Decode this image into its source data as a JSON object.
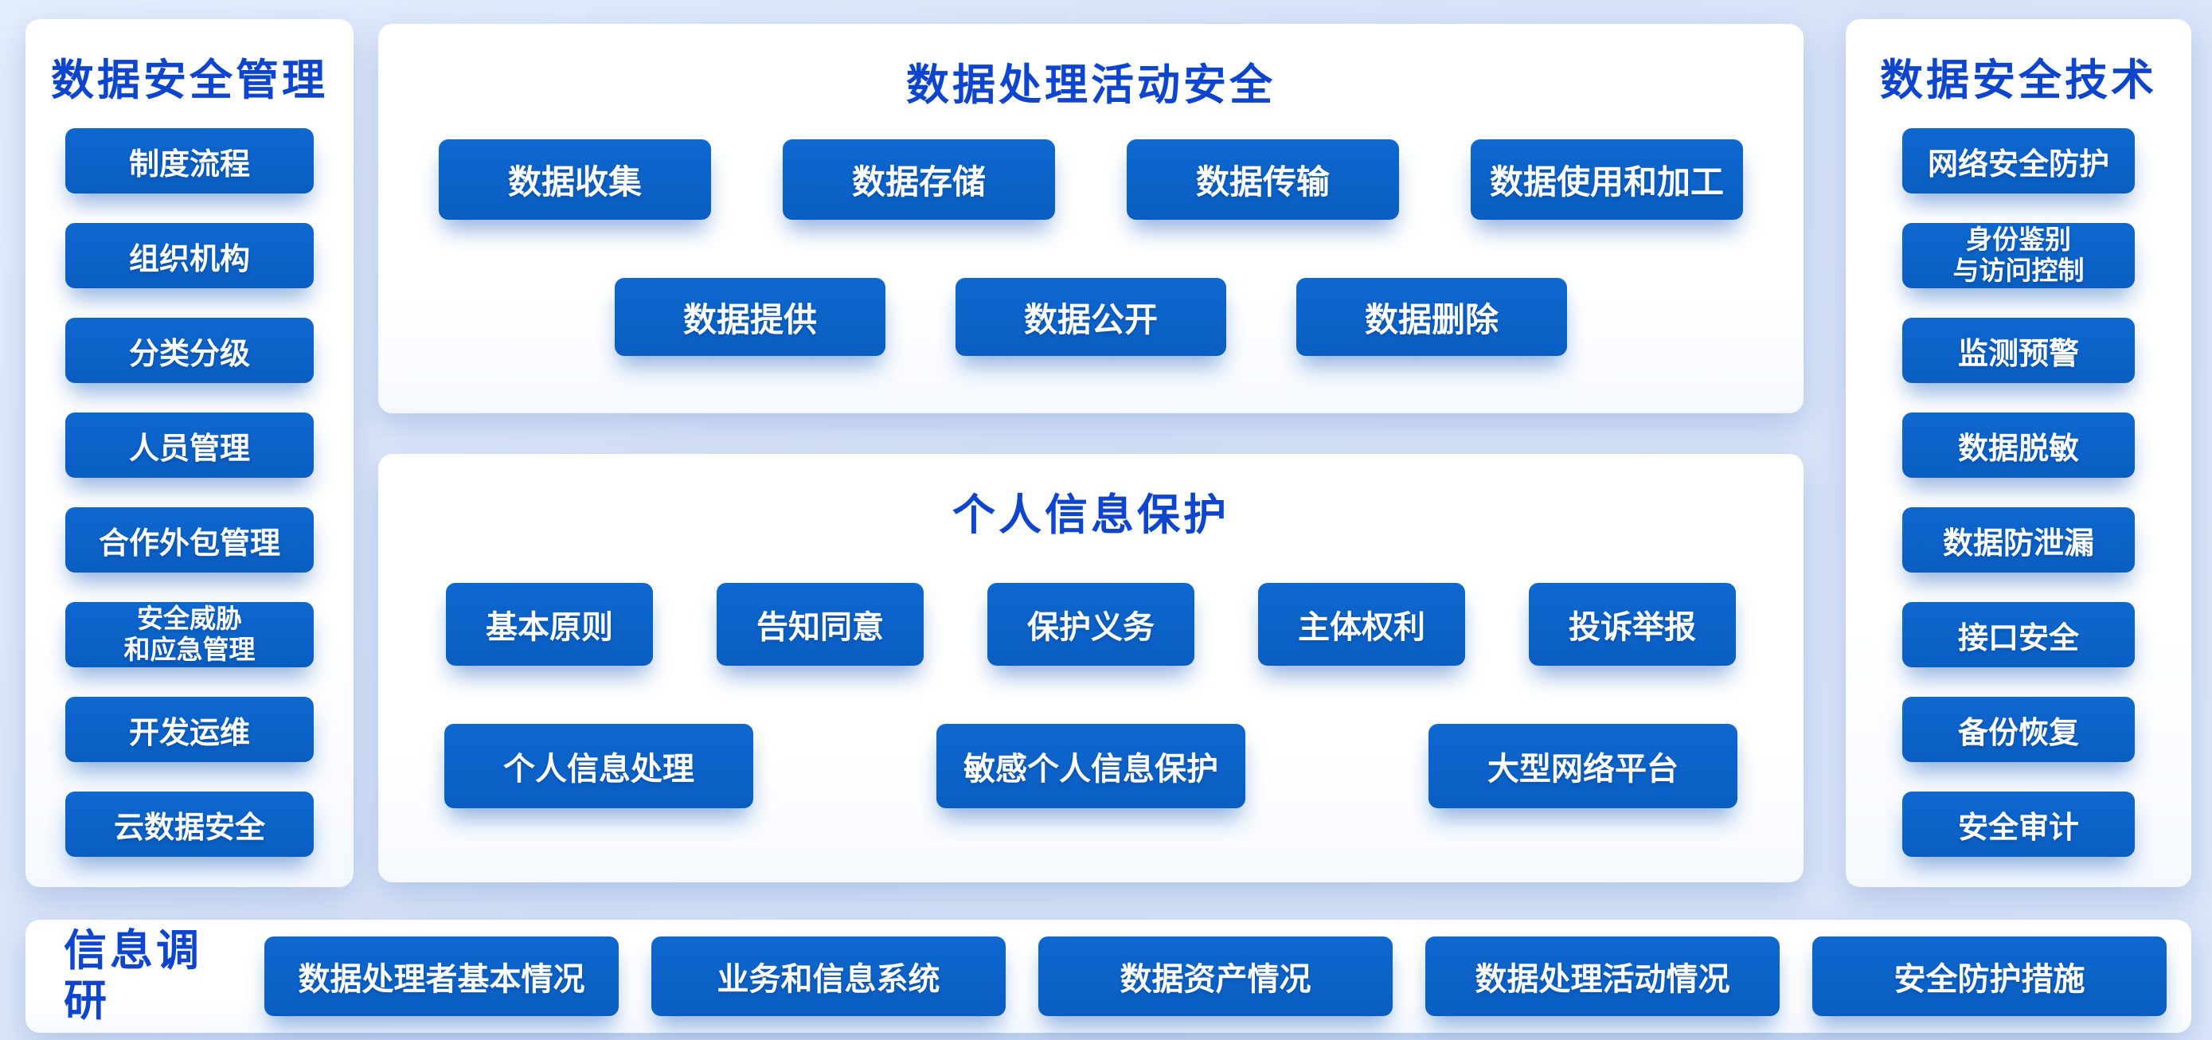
{
  "colors": {
    "page_background": "#d9e4f8",
    "card_background": "#ffffff",
    "chip_blue": "#0b62c4",
    "title_blue": "#0d45cf",
    "chip_text": "#ffffff"
  },
  "left_panel": {
    "title": "数据安全管理",
    "items": [
      "制度流程",
      "组织机构",
      "分类分级",
      "人员管理",
      "合作外包管理",
      "安全威胁\n和应急管理",
      "开发运维",
      "云数据安全"
    ]
  },
  "top_panel": {
    "title": "数据处理活动安全",
    "row1": [
      "数据收集",
      "数据存储",
      "数据传输",
      "数据使用和加工"
    ],
    "row2": [
      "数据提供",
      "数据公开",
      "数据删除"
    ]
  },
  "middle_panel": {
    "title": "个人信息保护",
    "row1": [
      "基本原则",
      "告知同意",
      "保护义务",
      "主体权利",
      "投诉举报"
    ],
    "row2": [
      "个人信息处理",
      "敏感个人信息保护",
      "大型网络平台"
    ]
  },
  "right_panel": {
    "title": "数据安全技术",
    "items": [
      "网络安全防护",
      "身份鉴别\n与访问控制",
      "监测预警",
      "数据脱敏",
      "数据防泄漏",
      "接口安全",
      "备份恢复",
      "安全审计"
    ]
  },
  "bottom_panel": {
    "title": "信息调研",
    "items": [
      "数据处理者基本情况",
      "业务和信息系统",
      "数据资产情况",
      "数据处理活动情况",
      "安全防护措施"
    ]
  }
}
